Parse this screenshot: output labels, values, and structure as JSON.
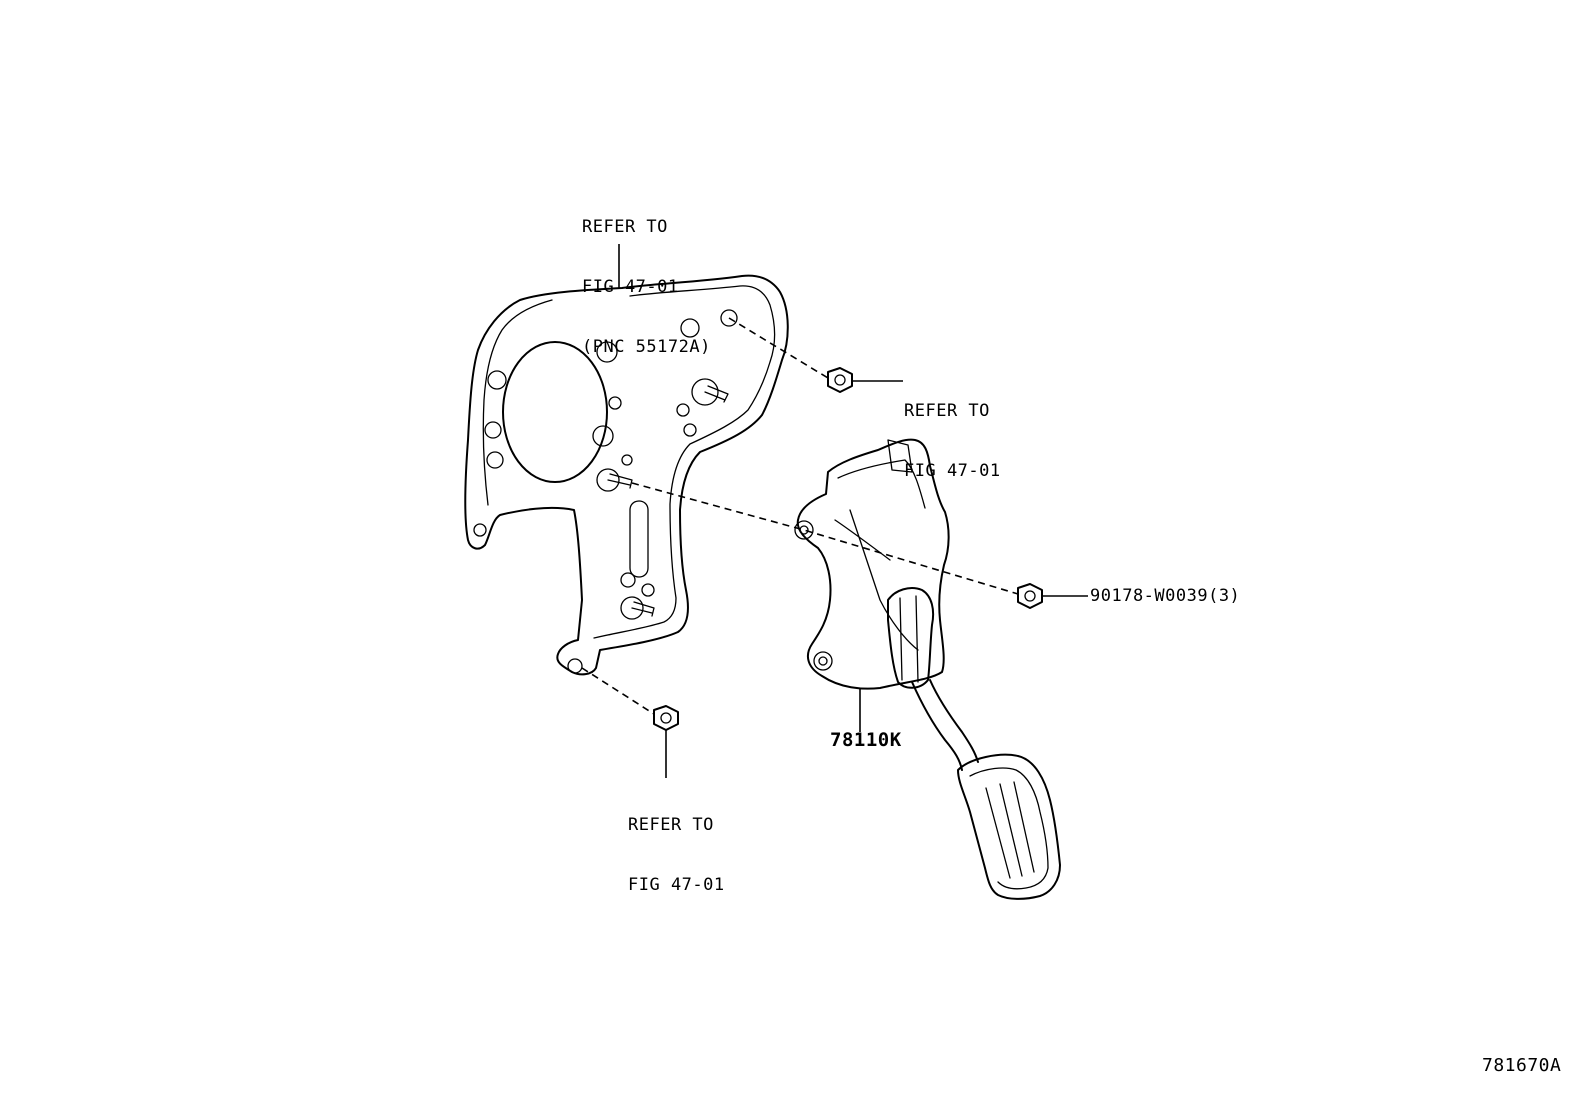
{
  "callouts": {
    "bracket_ref": {
      "line1": "REFER TO",
      "line2": "FIG 47-01",
      "line3": "(PNC 55172A)"
    },
    "upper_nut_ref": {
      "line1": "REFER TO",
      "line2": "FIG 47-01"
    },
    "lower_nut_ref": {
      "line1": "REFER TO",
      "line2": "FIG 47-01"
    },
    "nut_part": "90178-W0039(3)",
    "pedal_part": "78110K"
  },
  "diagram_id": "781670A"
}
